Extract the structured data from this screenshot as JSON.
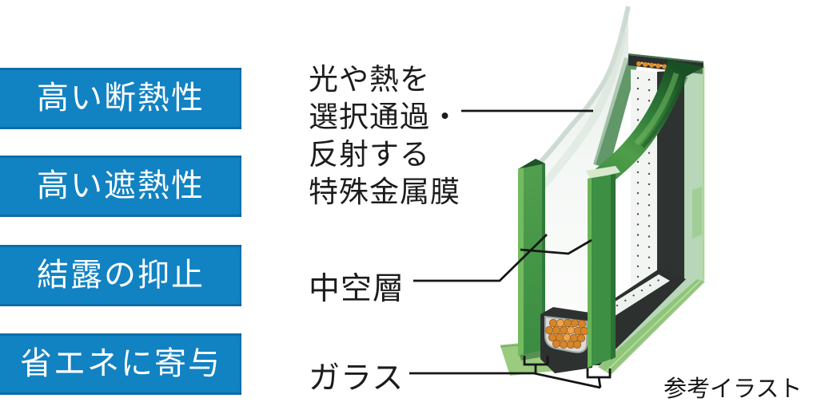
{
  "benefit_badges": {
    "background_color": "#1182c2",
    "text_color": "#ffffff",
    "items": [
      {
        "label": "高い断熱性"
      },
      {
        "label": "高い遮熱性"
      },
      {
        "label": "結露の抑止"
      },
      {
        "label": "省エネに寄与"
      }
    ]
  },
  "annotations": {
    "film_label": {
      "lines": [
        "光や熱を",
        "選択通過・",
        "反射する",
        "特殊金属膜"
      ]
    },
    "air_gap_label": "中空層",
    "glass_label": "ガラス",
    "caption": "参考イラスト",
    "line_color": "#161616"
  },
  "illustration": {
    "colors": {
      "glass_edge_green": "#3f9245",
      "glass_edge_highlight": "#72bb5e",
      "frame_dark_green": "#1d5427",
      "film_ribbon_green": "#2e7a38",
      "spacer_charcoal": "#2e3331",
      "spacer_tape_white": "#f3f5f3",
      "desiccant_amber": "#d5852b",
      "sill_light_green": "#9bcb7e",
      "front_pane_tint": "#dce7df"
    }
  }
}
